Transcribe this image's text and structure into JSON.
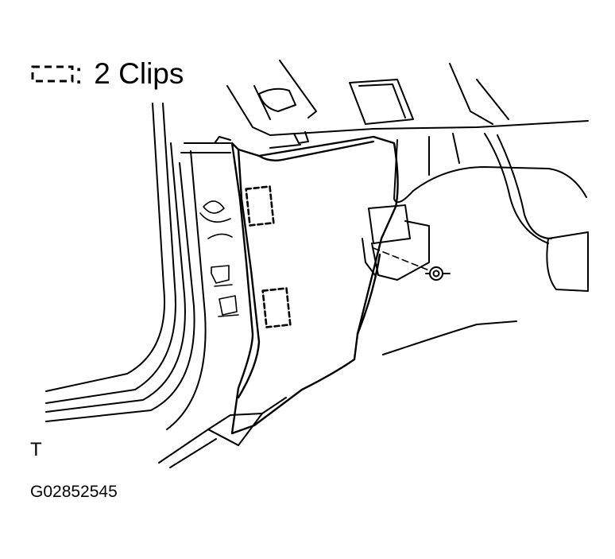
{
  "legend": {
    "icon": "dashed-clip-icon",
    "colon": ":",
    "label": "2 Clips"
  },
  "view_mark": "T",
  "figure_code": "G02852545",
  "colors": {
    "line": "#000000",
    "background": "#ffffff"
  }
}
